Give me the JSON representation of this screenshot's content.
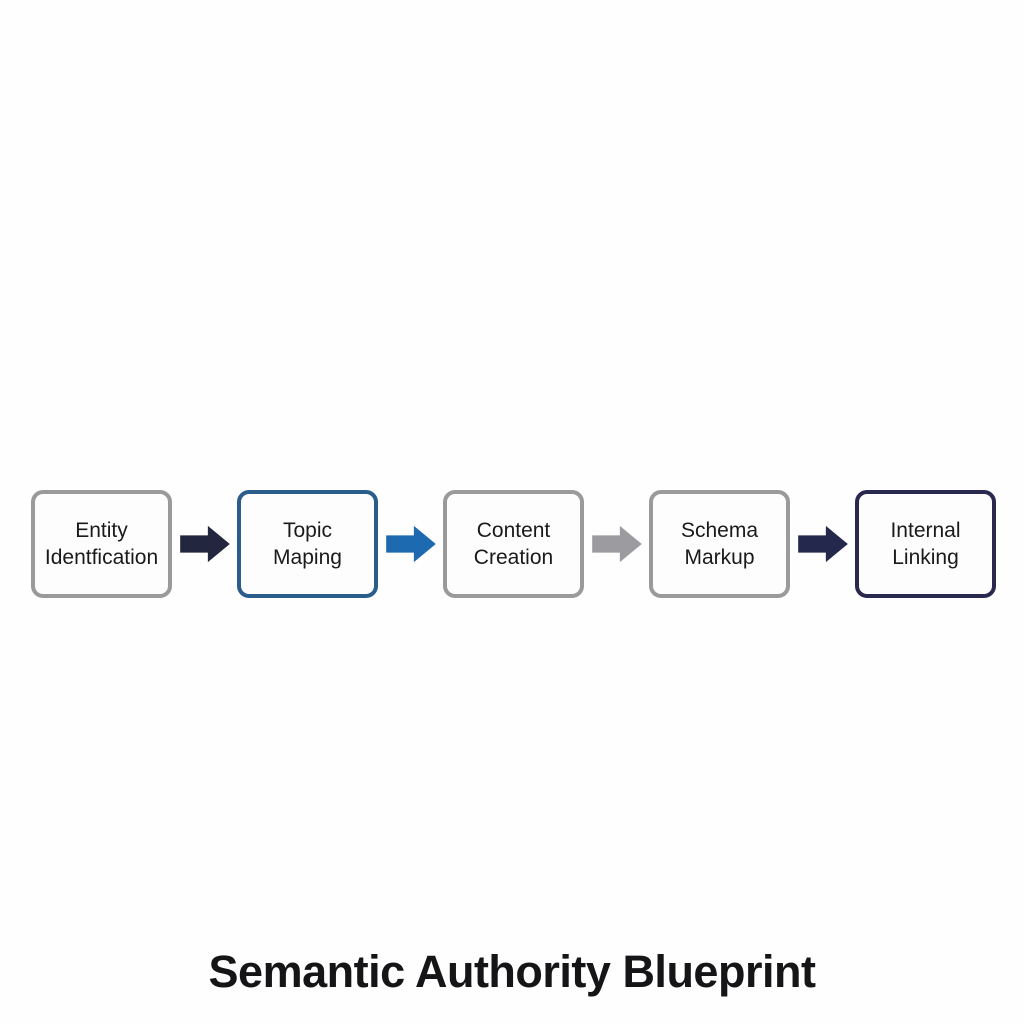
{
  "diagram": {
    "title": "Semantic Authority Blueprint",
    "steps": [
      {
        "line1": "Entity",
        "line2": "Identfication",
        "border_color": "#9a9a9a"
      },
      {
        "line1": "Topic",
        "line2": "Maping",
        "border_color": "#2a5c8c"
      },
      {
        "line1": "Content",
        "line2": "Creation",
        "border_color": "#9a9a9a"
      },
      {
        "line1": "Schema",
        "line2": "Markup",
        "border_color": "#9a9a9a"
      },
      {
        "line1": "Internal",
        "line2": "Linking",
        "border_color": "#2b2850"
      }
    ],
    "arrows": [
      {
        "name": "arrow-right-icon",
        "color": "#22263f"
      },
      {
        "name": "arrow-right-icon",
        "color": "#1e6ab0"
      },
      {
        "name": "arrow-right-icon",
        "color": "#9b9ba0"
      },
      {
        "name": "arrow-right-icon",
        "color": "#24284c"
      }
    ],
    "colors": {
      "background": "#fefefe",
      "box_fill": "#fdfdfd",
      "box_text": "#1a1a1a",
      "title_text": "#151517"
    }
  }
}
